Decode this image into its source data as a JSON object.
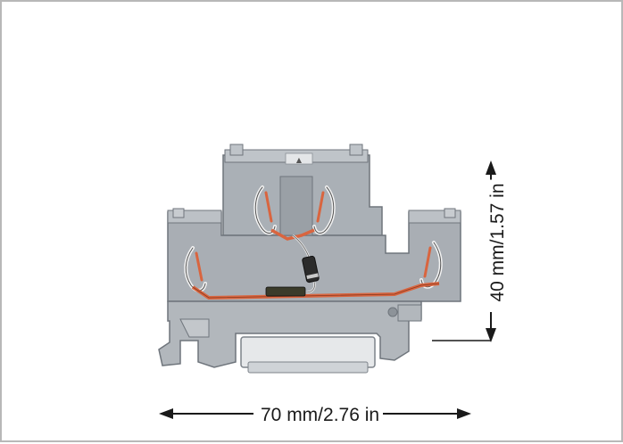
{
  "drawing": {
    "component": "terminal-block-diode",
    "width_dimension": "70 mm/2.76 in",
    "height_dimension": "40 mm/1.57 in",
    "colors": {
      "housing": "#a9aeb4",
      "housing_dark": "#7d838a",
      "housing_light": "#c9cdd2",
      "conductor": "#d9653f",
      "spring": "#e8e8e8",
      "diode": "#2b2b2b",
      "dimension_line": "#1a1a1a"
    }
  }
}
